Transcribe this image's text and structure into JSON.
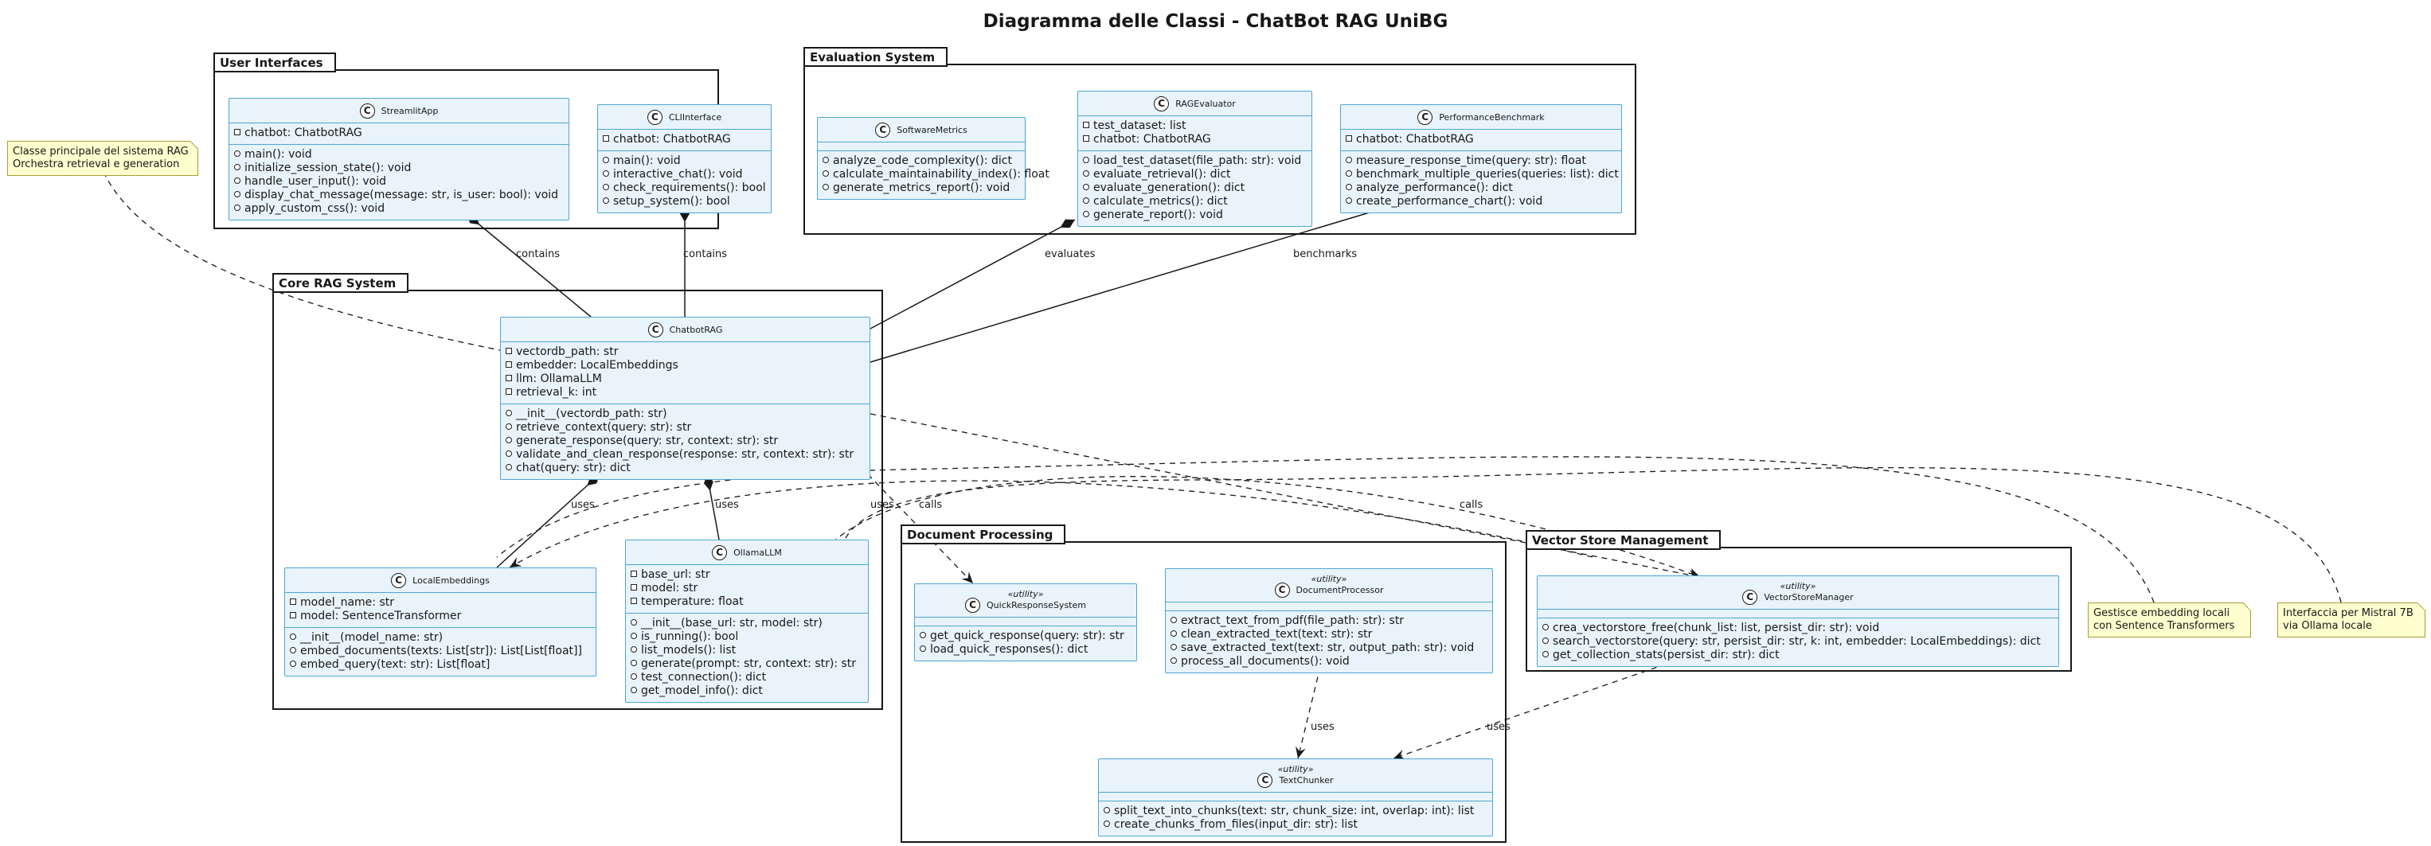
{
  "title": "Diagramma delle Classi - ChatBot RAG UniBG",
  "packages": {
    "ui": "User Interfaces",
    "eval": "Evaluation System",
    "core": "Core RAG System",
    "docproc": "Document Processing",
    "vsm": "Vector Store Management"
  },
  "classes": {
    "streamlit": {
      "name": "StreamlitApp",
      "attributes": [
        "chatbot: ChatbotRAG"
      ],
      "methods": [
        "main(): void",
        "initialize_session_state(): void",
        "handle_user_input(): void",
        "display_chat_message(message: str, is_user: bool): void",
        "apply_custom_css(): void"
      ]
    },
    "cli": {
      "name": "CLIInterface",
      "attributes": [
        "chatbot: ChatbotRAG"
      ],
      "methods": [
        "main(): void",
        "interactive_chat(): void",
        "check_requirements(): bool",
        "setup_system(): bool"
      ]
    },
    "softmetrics": {
      "name": "SoftwareMetrics",
      "attributes": [],
      "methods": [
        "analyze_code_complexity(): dict",
        "calculate_maintainability_index(): float",
        "generate_metrics_report(): void"
      ]
    },
    "rageval": {
      "name": "RAGEvaluator",
      "attributes": [
        "test_dataset: list",
        "chatbot: ChatbotRAG"
      ],
      "methods": [
        "load_test_dataset(file_path: str): void",
        "evaluate_retrieval(): dict",
        "evaluate_generation(): dict",
        "calculate_metrics(): dict",
        "generate_report(): void"
      ]
    },
    "perfbench": {
      "name": "PerformanceBenchmark",
      "attributes": [
        "chatbot: ChatbotRAG"
      ],
      "methods": [
        "measure_response_time(query: str): float",
        "benchmark_multiple_queries(queries: list): dict",
        "analyze_performance(): dict",
        "create_performance_chart(): void"
      ]
    },
    "chatbot": {
      "name": "ChatbotRAG",
      "attributes": [
        "vectordb_path: str",
        "embedder: LocalEmbeddings",
        "llm: OllamaLLM",
        "retrieval_k: int"
      ],
      "methods": [
        "__init__(vectordb_path: str)",
        "retrieve_context(query: str): str",
        "generate_response(query: str, context: str): str",
        "validate_and_clean_response(response: str, context: str): str",
        "chat(query: str): dict"
      ]
    },
    "localemb": {
      "name": "LocalEmbeddings",
      "attributes": [
        "model_name: str",
        "model: SentenceTransformer"
      ],
      "methods": [
        "__init__(model_name: str)",
        "embed_documents(texts: List[str]): List[List[float]]",
        "embed_query(text: str): List[float]"
      ]
    },
    "ollama": {
      "name": "OllamaLLM",
      "attributes": [
        "base_url: str",
        "model: str",
        "temperature: float"
      ],
      "methods": [
        "__init__(base_url: str, model: str)",
        "is_running(): bool",
        "list_models(): list",
        "generate(prompt: str, context: str): str",
        "test_connection(): dict",
        "get_model_info(): dict"
      ]
    },
    "quickresp": {
      "stereotype": "«utility»",
      "name": "QuickResponseSystem",
      "attributes": [],
      "methods": [
        "get_quick_response(query: str): str",
        "load_quick_responses(): dict"
      ]
    },
    "docproc": {
      "stereotype": "«utility»",
      "name": "DocumentProcessor",
      "attributes": [],
      "methods": [
        "extract_text_from_pdf(file_path: str): str",
        "clean_extracted_text(text: str): str",
        "save_extracted_text(text: str, output_path: str): void",
        "process_all_documents(): void"
      ]
    },
    "vsmgr": {
      "stereotype": "«utility»",
      "name": "VectorStoreManager",
      "attributes": [],
      "methods": [
        "crea_vectorstore_free(chunk_list: list, persist_dir: str): void",
        "search_vectorstore(query: str, persist_dir: str, k: int, embedder: LocalEmbeddings): dict",
        "get_collection_stats(persist_dir: str): dict"
      ]
    },
    "chunker": {
      "stereotype": "«utility»",
      "name": "TextChunker",
      "attributes": [],
      "methods": [
        "split_text_into_chunks(text: str, chunk_size: int, overlap: int): list",
        "create_chunks_from_files(input_dir: str): list"
      ]
    }
  },
  "notes": {
    "rag": [
      "Classe principale del sistema RAG",
      "Orchestra retrieval e generation"
    ],
    "emb": [
      "Gestisce embedding locali",
      "con Sentence Transformers"
    ],
    "mistral": [
      "Interfaccia per Mistral 7B",
      "via Ollama locale"
    ]
  },
  "relations": {
    "contains": "contains",
    "evaluates": "evaluates",
    "benchmarks": "benchmarks",
    "uses": "uses",
    "calls": "calls"
  },
  "colors": {
    "class_fill": "#e9f3fb",
    "class_border": "#4da6d6",
    "note_fill": "#fefece",
    "line": "#181818"
  }
}
